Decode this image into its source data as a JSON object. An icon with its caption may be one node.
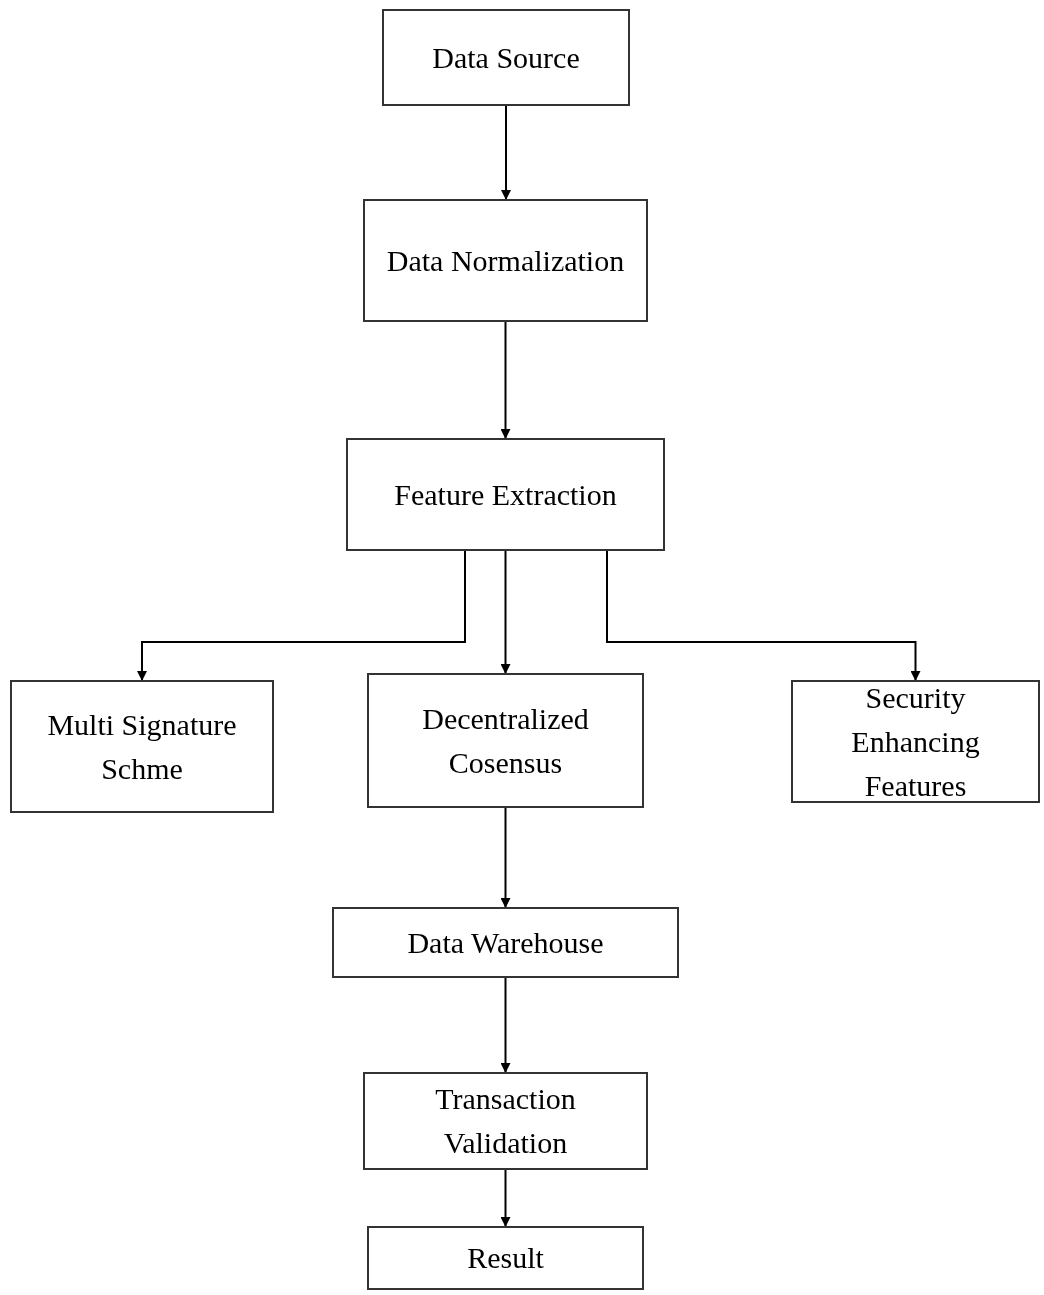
{
  "diagram": {
    "nodes": [
      {
        "text": [
          "Data Source"
        ]
      },
      {
        "text": [
          "Data Normalization"
        ]
      },
      {
        "text": [
          "Feature Extraction"
        ]
      },
      {
        "text": [
          "Multi Signature Schme"
        ]
      },
      {
        "text": [
          "Decentralized Cosensus"
        ]
      },
      {
        "text": [
          "Security Enhancing Features"
        ]
      },
      {
        "text": [
          "Data Warehouse"
        ]
      },
      {
        "text": [
          "Transaction Validation"
        ]
      },
      {
        "text": [
          "Result"
        ]
      }
    ],
    "edges": [
      {
        "from": 0,
        "to": 1,
        "arrow": "to"
      },
      {
        "from": 1,
        "to": 2,
        "arrow": "to"
      },
      {
        "from": 2,
        "to": 3,
        "arrow": "to"
      },
      {
        "from": 2,
        "to": 4,
        "arrow": "to"
      },
      {
        "from": 2,
        "to": 5,
        "arrow": "to"
      },
      {
        "from": 4,
        "to": 6,
        "arrow": "to"
      },
      {
        "from": 6,
        "to": 7,
        "arrow": "to"
      },
      {
        "from": 7,
        "to": 8,
        "arrow": "to"
      }
    ]
  }
}
